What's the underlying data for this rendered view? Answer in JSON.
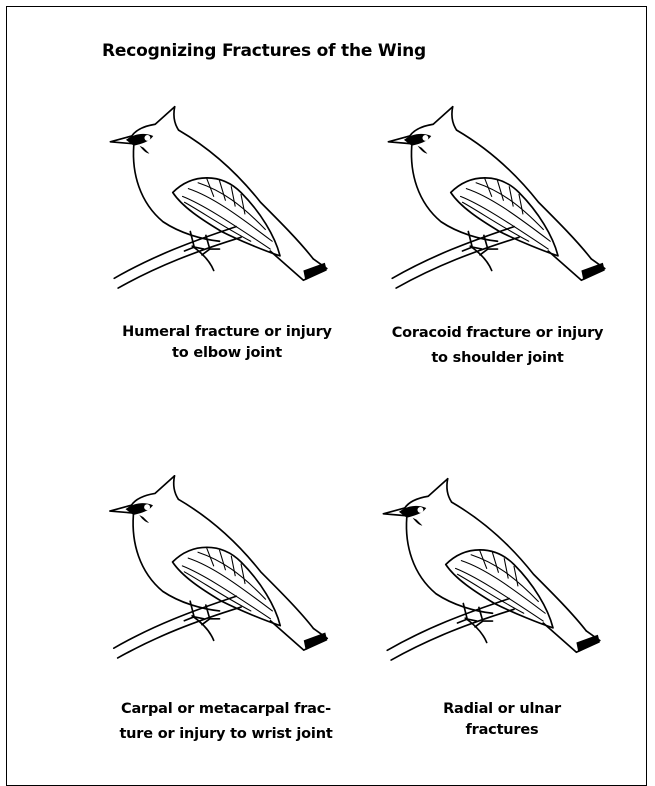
{
  "title": "Recognizing Fractures of the Wing",
  "panels": [
    {
      "caption_line1": "Humeral fracture or injury",
      "caption_line2": "to elbow joint"
    },
    {
      "caption_line1": "Coracoid fracture or injury",
      "caption_line2": "to shoulder joint"
    },
    {
      "caption_line1": "Carpal or metacarpal frac-",
      "caption_line2": "ture or injury to wrist joint"
    },
    {
      "caption_line1": "Radial or ulnar",
      "caption_line2": "fractures"
    }
  ]
}
